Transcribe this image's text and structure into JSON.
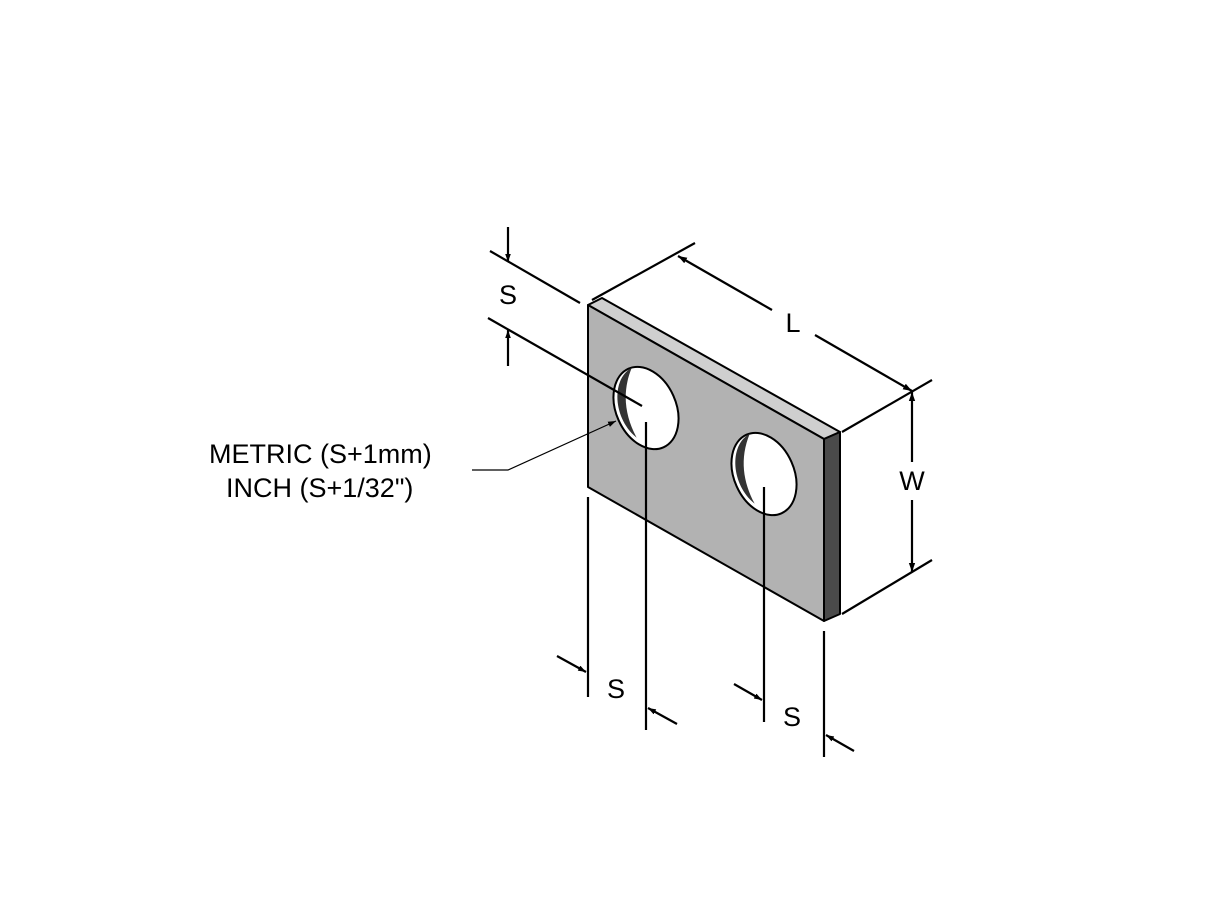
{
  "dimensions": {
    "length_label": "L",
    "width_label": "W",
    "top_edge_label": "S",
    "bottom_left_label": "S",
    "bottom_right_label": "S"
  },
  "note": {
    "metric": "METRIC (S+1mm)",
    "inch": "INCH (S+1/32\")"
  },
  "colors": {
    "face": "#b2b2b2",
    "top_face": "#cfcfcf",
    "side_face": "#4a4a4a",
    "line": "#000000"
  }
}
